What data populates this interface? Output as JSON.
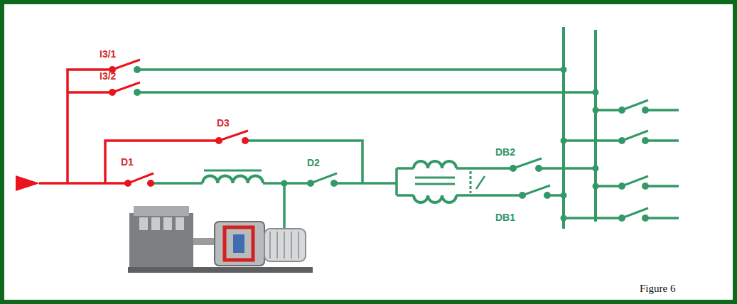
{
  "diagram": {
    "caption": "Figure 6",
    "labels": [
      "I3/1",
      "I3/2",
      "D3",
      "D1",
      "D2",
      "DB2",
      "DB1"
    ]
  }
}
